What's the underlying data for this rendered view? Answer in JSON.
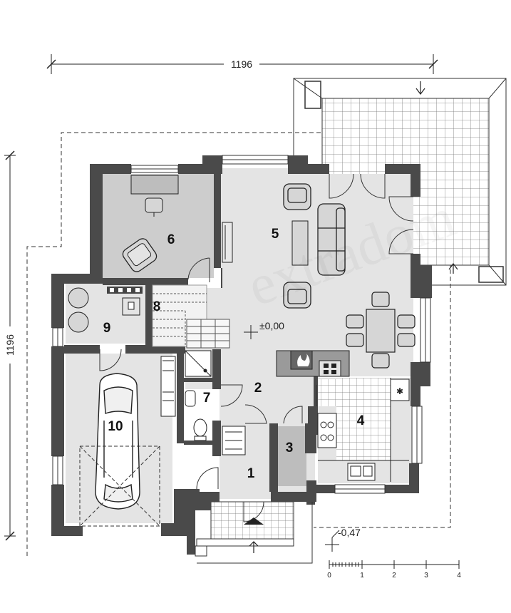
{
  "dimensions": {
    "width_label": "1196",
    "height_label": "1196"
  },
  "levels": {
    "floor": "±0,00",
    "entrance": "-0,47"
  },
  "rooms": [
    {
      "id": "1",
      "label": "1"
    },
    {
      "id": "2",
      "label": "2"
    },
    {
      "id": "3",
      "label": "3"
    },
    {
      "id": "4",
      "label": "4"
    },
    {
      "id": "5",
      "label": "5"
    },
    {
      "id": "6",
      "label": "6"
    },
    {
      "id": "7",
      "label": "7"
    },
    {
      "id": "8",
      "label": "8"
    },
    {
      "id": "9",
      "label": "9"
    },
    {
      "id": "10",
      "label": "10"
    }
  ],
  "scale": {
    "ticks": [
      "0",
      "1",
      "2",
      "3",
      "4"
    ]
  },
  "symbols": {
    "fridge": "✱"
  }
}
